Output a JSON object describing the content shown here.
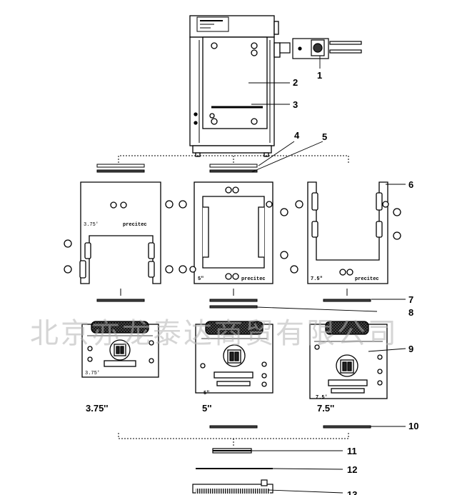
{
  "callouts": [
    "1",
    "2",
    "3",
    "4",
    "5",
    "6",
    "7",
    "8",
    "9",
    "10",
    "11",
    "12",
    "13"
  ],
  "plate_labels": [
    "3.75'",
    "5\"",
    "7.5\""
  ],
  "card_labels": [
    "3.75'",
    "5\"",
    "7.5'"
  ],
  "size_captions": [
    "3.75''",
    "5''",
    "7.5''"
  ],
  "brand": "precitec",
  "watermark": "北京亦龙泰达商贸有限公司"
}
